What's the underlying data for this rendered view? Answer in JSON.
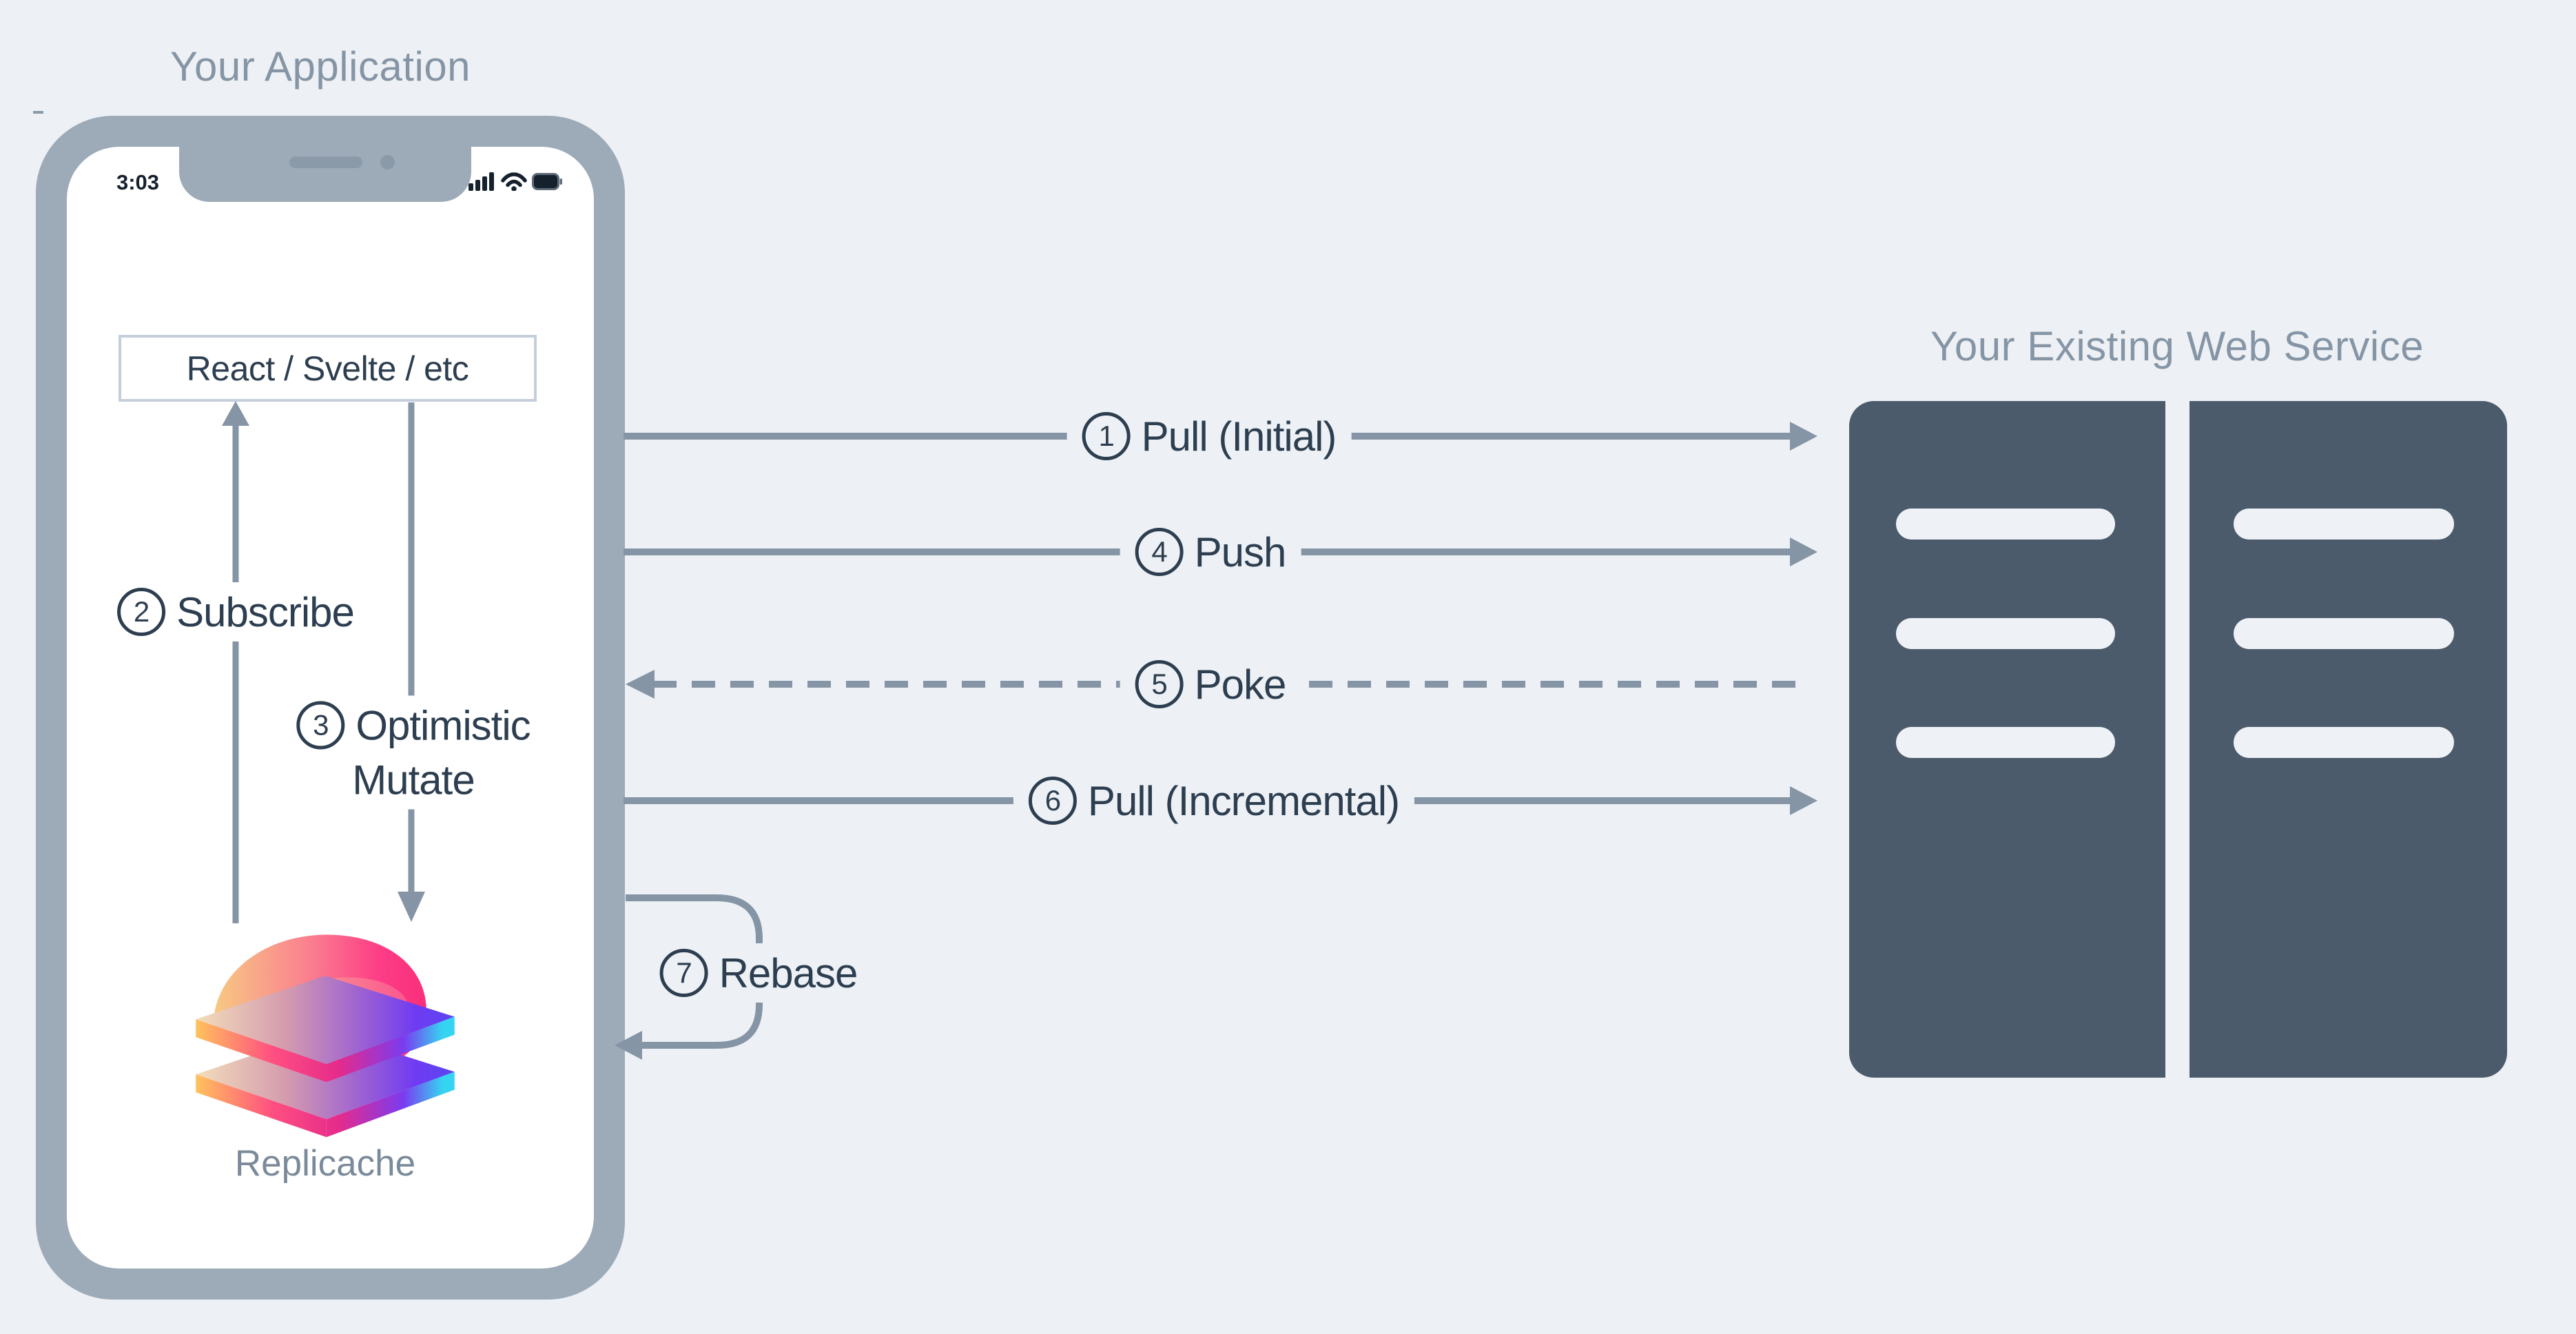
{
  "diagram": {
    "app": {
      "title": "Your Application",
      "status_bar": {
        "time": "3:03"
      },
      "ui_frameworks": "React / Svelte / etc",
      "client_lib": "Replicache",
      "flows": {
        "subscribe": {
          "number": "2",
          "label": "Subscribe"
        },
        "optimistic_mutate": {
          "number": "3",
          "label_line1": "Optimistic",
          "label_line2": "Mutate"
        }
      }
    },
    "server": {
      "title": "Your Existing Web Service"
    },
    "connections": {
      "pull_initial": {
        "number": "1",
        "label": "Pull (Initial)",
        "style": "solid",
        "direction": "to-server"
      },
      "push": {
        "number": "4",
        "label": "Push",
        "style": "solid",
        "direction": "to-server"
      },
      "poke": {
        "number": "5",
        "label": "Poke",
        "style": "dashed",
        "direction": "to-app"
      },
      "pull_incremental": {
        "number": "6",
        "label": "Pull (Incremental)",
        "style": "solid",
        "direction": "to-server"
      },
      "rebase": {
        "number": "7",
        "label": "Rebase",
        "style": "loop",
        "direction": "loop-at-app"
      }
    },
    "colors": {
      "background": "#edf1f5",
      "phone_frame": "#9dabb9",
      "wire_gray": "#8595a5",
      "text_dark": "#2d3e50",
      "title_gray": "#8695a5",
      "server_fill": "#4b5b6b",
      "box_border": "#c5cfdb",
      "logo_pink": "#fd3d86",
      "logo_orange": "#ffc45c",
      "logo_purple": "#7a3bf0",
      "logo_cyan": "#35d4f1"
    }
  }
}
